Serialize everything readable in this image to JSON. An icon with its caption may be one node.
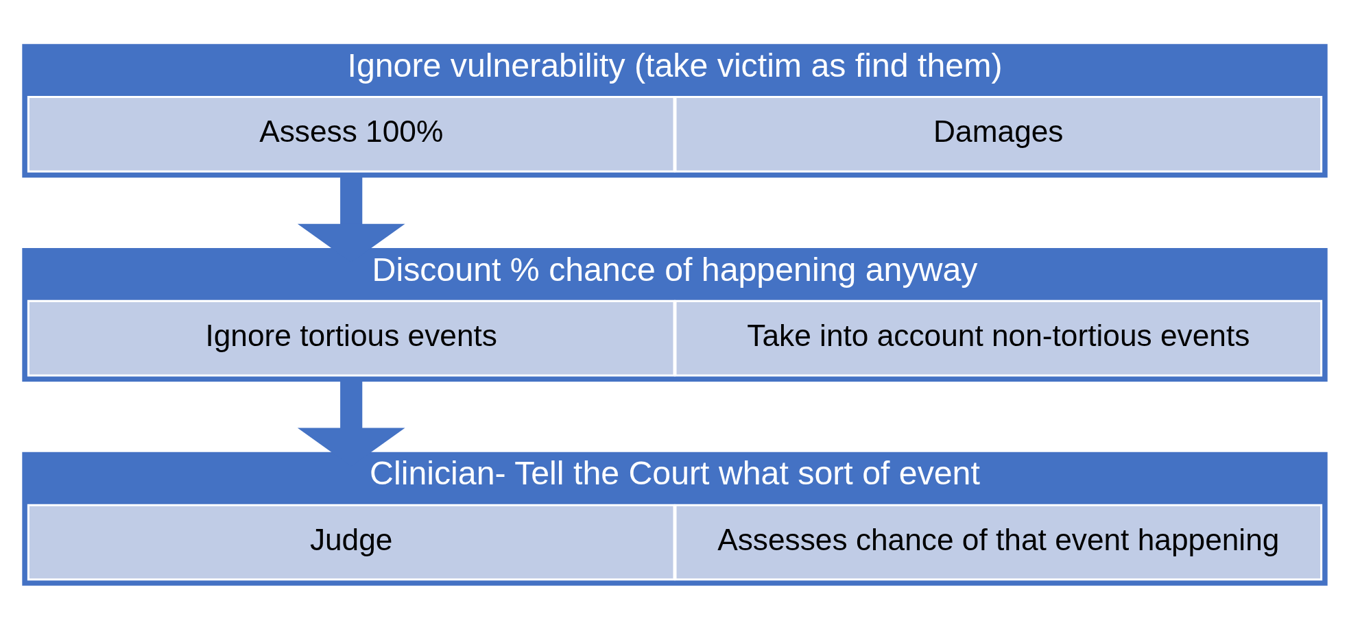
{
  "diagram": {
    "nodes": [
      {
        "text": [
          "Ignore vulnerability (take victim as find them)"
        ]
      },
      {
        "text": [
          "Assess 100%"
        ],
        "in": 0
      },
      {
        "text": [
          "Damages"
        ],
        "in": 0
      },
      {
        "text": [
          "Discount % chance of happening anyway"
        ]
      },
      {
        "text": [
          "Ignore tortious events"
        ],
        "in": 3
      },
      {
        "text": [
          "Take into account non-tortious events"
        ],
        "in": 3
      },
      {
        "text": [
          "Clinician- Tell the Court what sort of event"
        ]
      },
      {
        "text": [
          "Judge"
        ],
        "in": 6
      },
      {
        "text": [
          "Assesses chance of that event happening"
        ],
        "in": 6
      }
    ],
    "edges": [
      {
        "from": 0,
        "to": 3,
        "arrow": "to"
      },
      {
        "from": 3,
        "to": 6,
        "arrow": "to"
      }
    ]
  }
}
